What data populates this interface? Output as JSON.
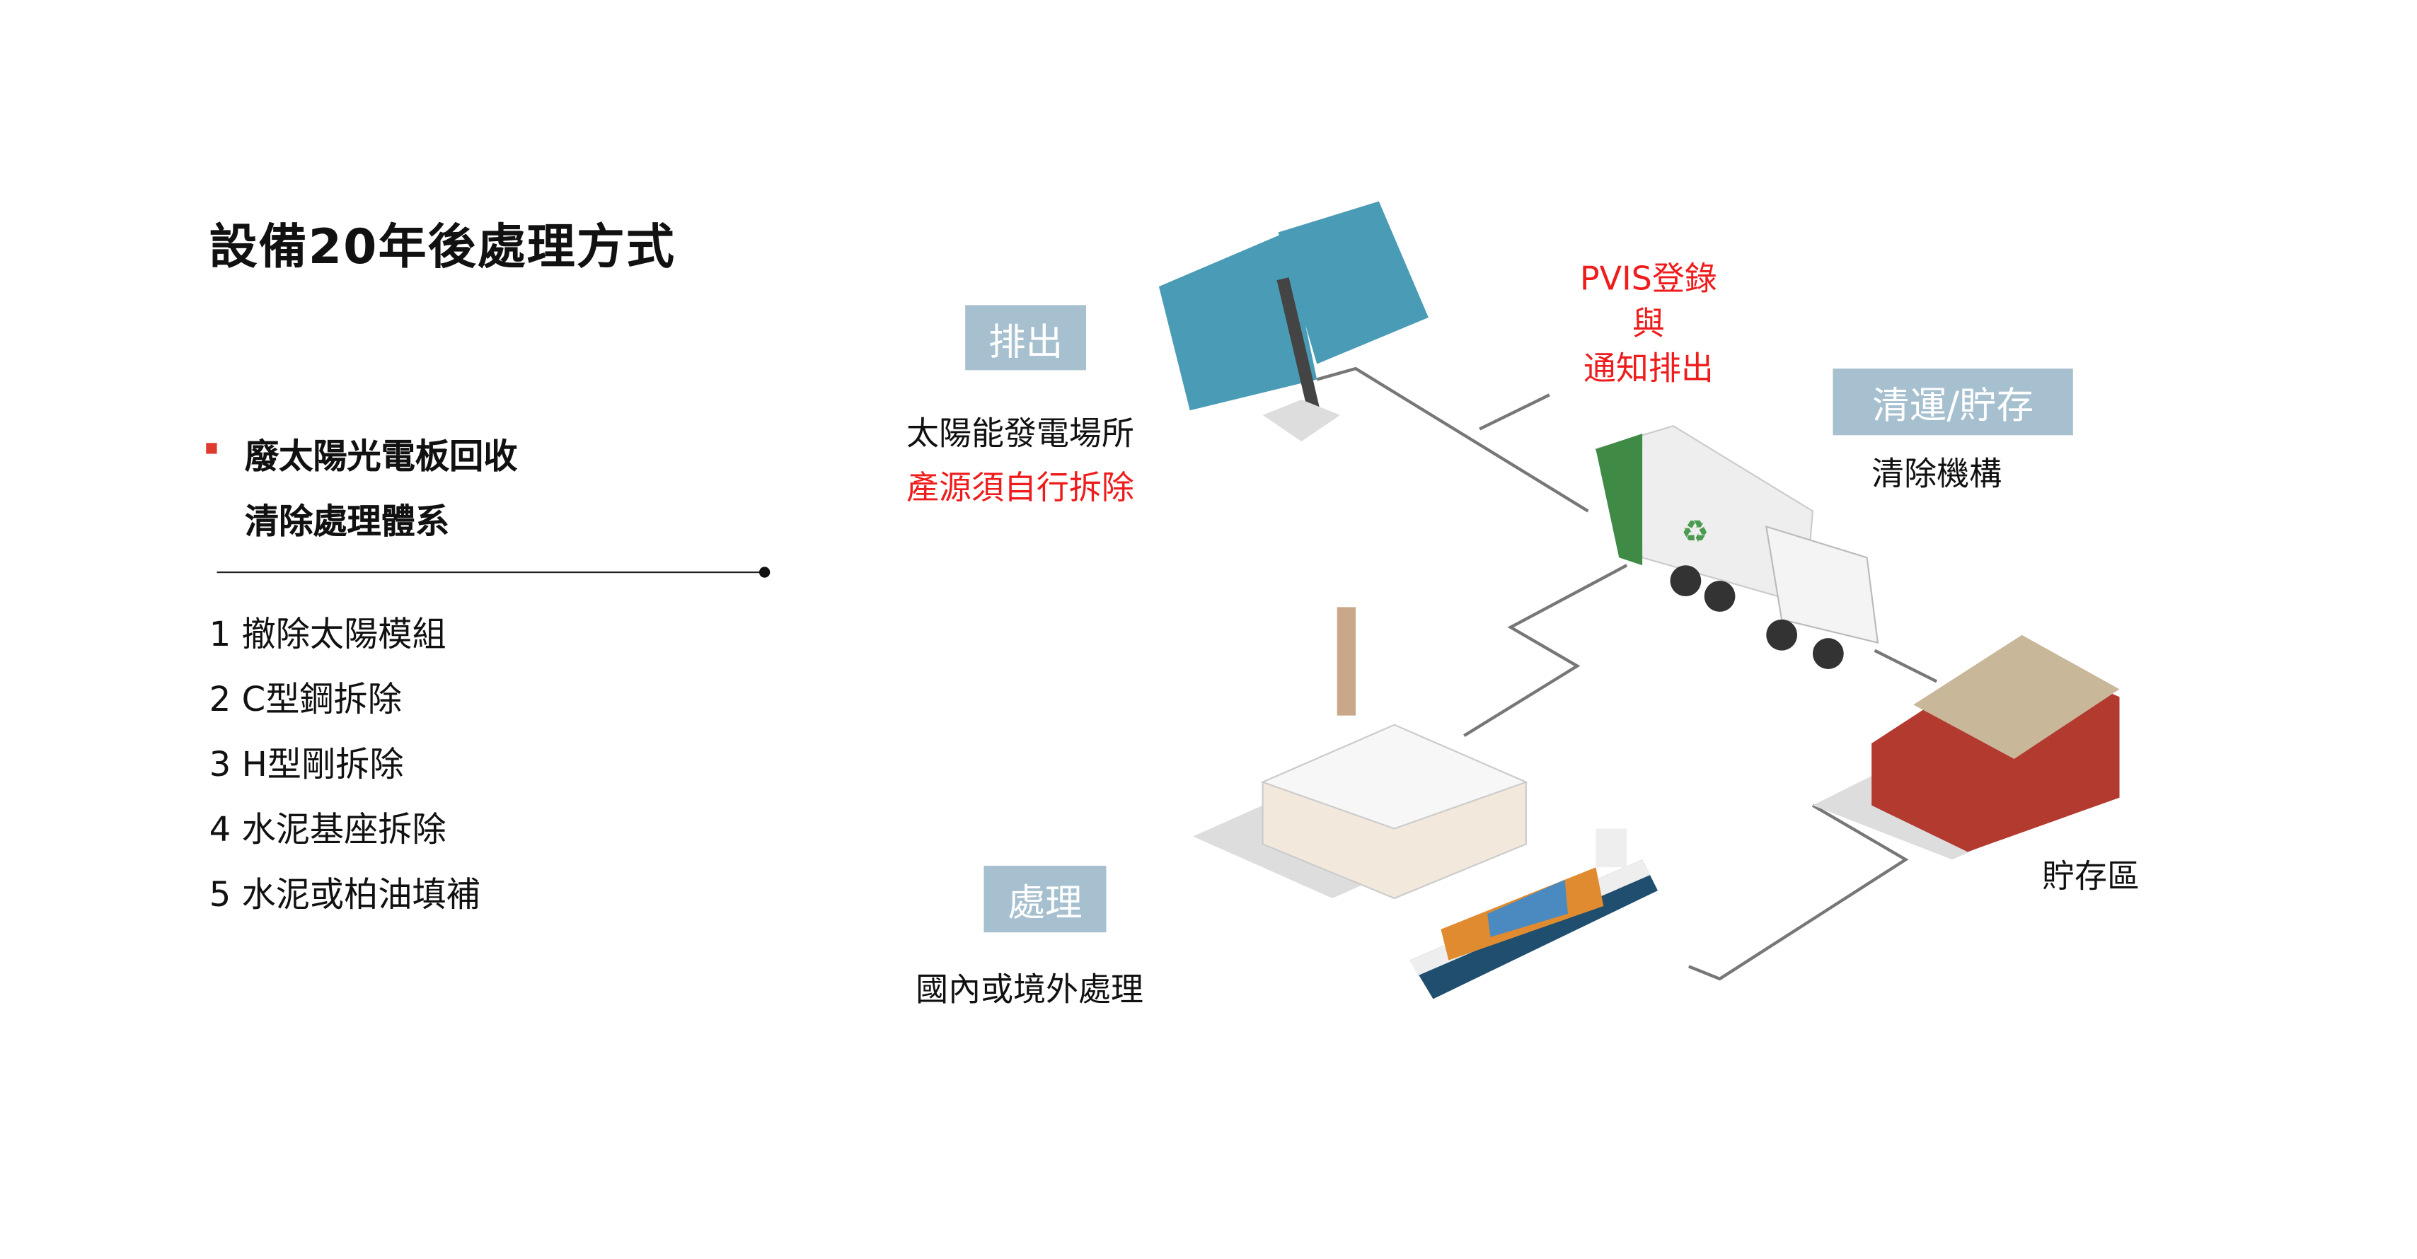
{
  "title": "設備20年後處理方式",
  "section": {
    "heading_line1": "廢太陽光電板回收",
    "heading_line2": "清除處理體系",
    "bullet_color": "#e03a2f",
    "steps": [
      "1 撤除太陽模組",
      "2 C型鋼拆除",
      "3 H型剛拆除",
      "4 水泥基座拆除",
      "5 水泥或柏油填補"
    ]
  },
  "diagram": {
    "discharge": {
      "tag": "排出",
      "label": "太陽能發電場所",
      "note": "產源須自行拆除"
    },
    "pvis": [
      "PVIS登錄",
      "與",
      "通知排出"
    ],
    "transport": {
      "tag": "清運/貯存",
      "label": "清除機構"
    },
    "storage": {
      "label": "貯存區"
    },
    "treatment": {
      "tag": "處理",
      "label": "國內或境外處理"
    },
    "tag_color": "#a6c0cf",
    "accent_red": "#ee1c1c"
  }
}
